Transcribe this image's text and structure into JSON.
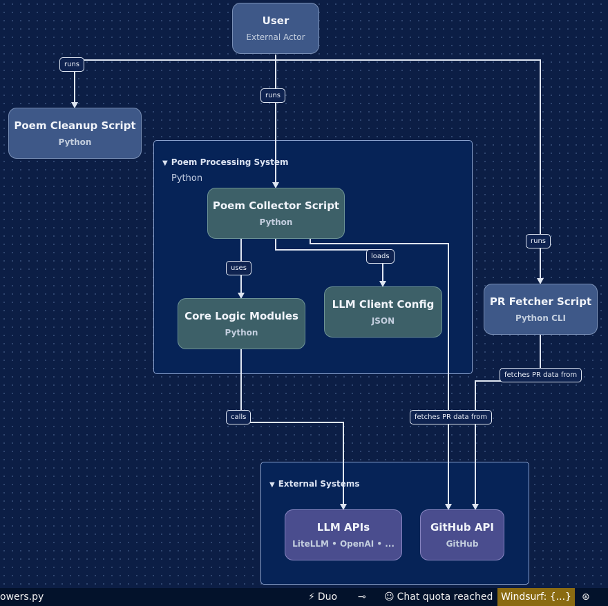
{
  "nodes": {
    "user": {
      "title": "User",
      "subtitle": "External Actor"
    },
    "poem_cleanup": {
      "title": "Poem Cleanup Script",
      "subtitle": "Python"
    },
    "poem_collector": {
      "title": "Poem Collector Script",
      "subtitle": "Python"
    },
    "core_logic": {
      "title": "Core Logic Modules",
      "subtitle": "Python"
    },
    "llm_client_config": {
      "title": "LLM Client Config",
      "subtitle": "JSON"
    },
    "pr_fetcher": {
      "title": "PR Fetcher Script",
      "subtitle": "Python CLI"
    },
    "llm_apis": {
      "title": "LLM APIs",
      "subtitle": "LiteLLM • OpenAI • ..."
    },
    "github_api": {
      "title": "GitHub API",
      "subtitle": "GitHub"
    }
  },
  "groups": {
    "poem_processing": {
      "title": "Poem Processing System",
      "subtitle": "Python"
    },
    "external_systems": {
      "title": "External Systems"
    }
  },
  "edges": {
    "user_cleanup": "runs",
    "user_collector": "runs",
    "user_prfetcher": "runs",
    "collector_core": "uses",
    "collector_config": "loads",
    "core_llm": "calls",
    "collector_github": "fetches PR data from",
    "prfetcher_github": "fetches PR data from"
  },
  "statusbar": {
    "file": "owers.py",
    "duo": "Duo",
    "quota": "Chat quota reached",
    "windsurf": "Windsurf: {...}"
  }
}
